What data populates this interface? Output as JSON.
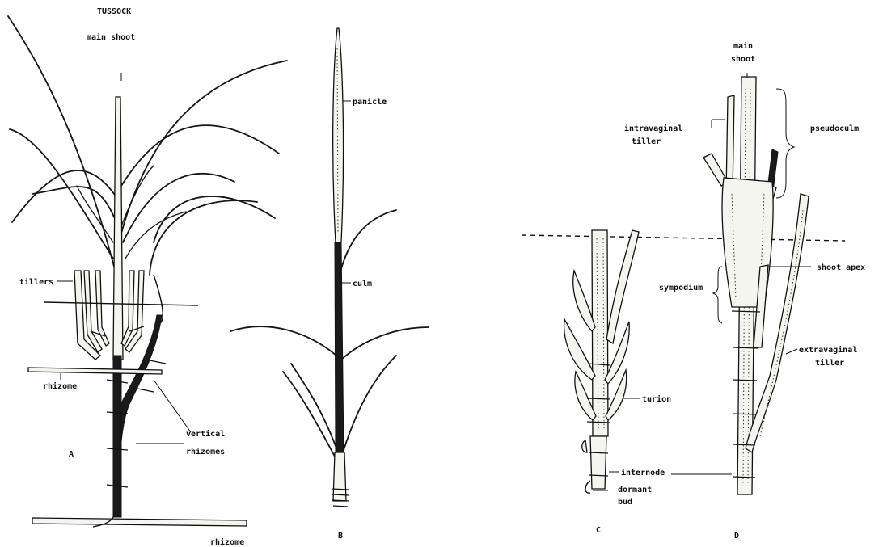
{
  "diagram": {
    "panel_a": {
      "title": "TUSSOCK",
      "letter": "A",
      "labels": {
        "main_shoot": "main shoot",
        "tillers": "tillers",
        "rhizome_mid": "rhizome",
        "vertical_1": "vertical",
        "vertical_2": "rhizomes",
        "rhizome_bottom": "rhizome"
      }
    },
    "panel_b": {
      "letter": "B",
      "labels": {
        "panicle": "panicle",
        "culm": "culm"
      }
    },
    "panel_c": {
      "letter": "C",
      "labels": {
        "turion": "turion",
        "internode": "internode",
        "dormant_1": "dormant",
        "dormant_2": "bud"
      }
    },
    "panel_d": {
      "letter": "D",
      "labels": {
        "main_1": "main",
        "main_2": "shoot",
        "intravaginal_1": "intravaginal",
        "intravaginal_2": "tiller",
        "pseudoculm": "pseudoculm",
        "shoot_apex": "shoot apex",
        "sympodium": "sympodium",
        "extravaginal_1": "extravaginal",
        "extravaginal_2": "tiller"
      }
    }
  }
}
